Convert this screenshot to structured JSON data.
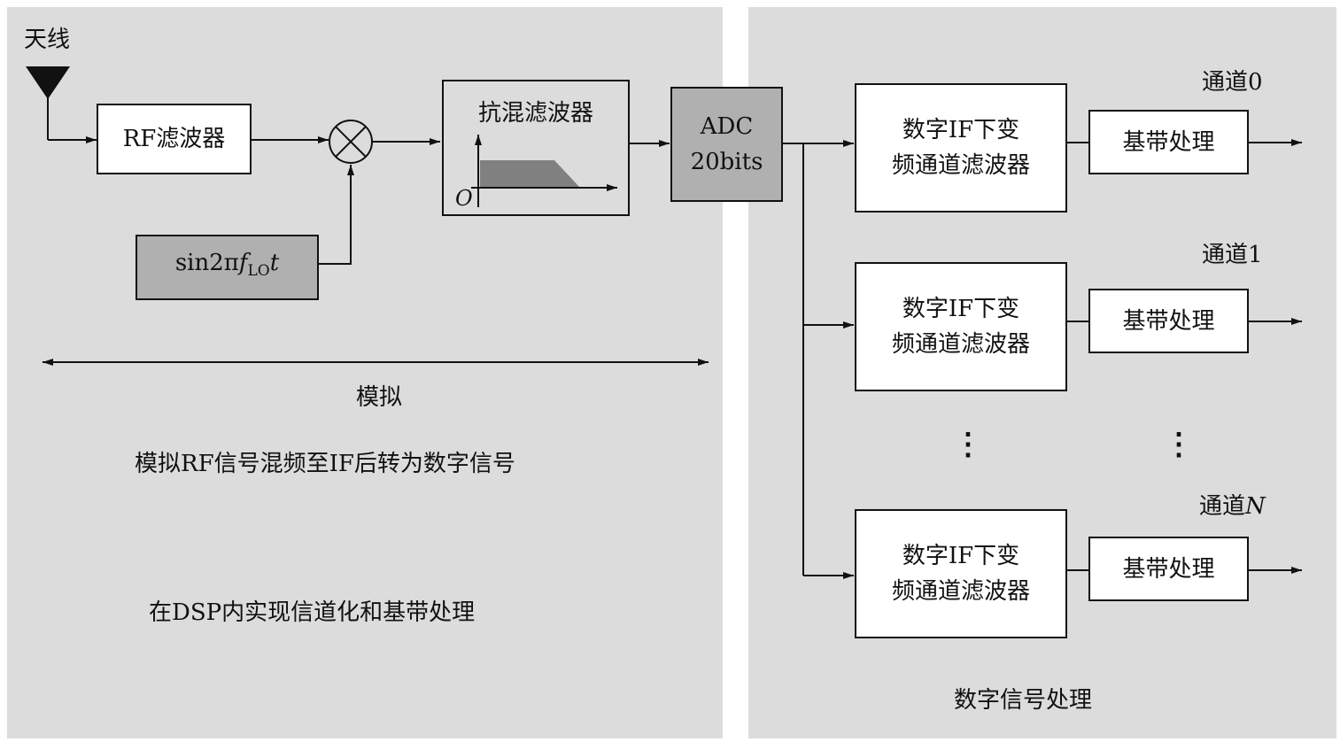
{
  "antenna_label": "天线",
  "rf_filter": "RF滤波器",
  "anti_alias": {
    "title": "抗混滤波器",
    "origin": "O"
  },
  "lo": {
    "prefix": "sin2π",
    "f": "f",
    "sub": "LO",
    "t": "t"
  },
  "adc": {
    "line1": "ADC",
    "line2": "20bits"
  },
  "analog_label": "模拟",
  "analog_desc": "模拟RF信号混频至IF后转为数字信号",
  "dsp_desc": "在DSP内实现信道化和基带处理",
  "digital_label": "数字信号处理",
  "channels": [
    {
      "label_prefix": "通道",
      "label_num": "0",
      "ddc": "数字IF下变\n频通道滤波器",
      "bb": "基带处理"
    },
    {
      "label_prefix": "通道",
      "label_num": "1",
      "ddc": "数字IF下变\n频通道滤波器",
      "bb": "基带处理"
    },
    {
      "label_prefix": "通道",
      "label_num": "N",
      "ddc": "数字IF下变\n频通道滤波器",
      "bb": "基带处理"
    }
  ],
  "ellipsis": "⋮",
  "colors": {
    "panel": "#dcdcdc",
    "gray_block": "#b0b0b0",
    "filter_shape": "#808080"
  }
}
